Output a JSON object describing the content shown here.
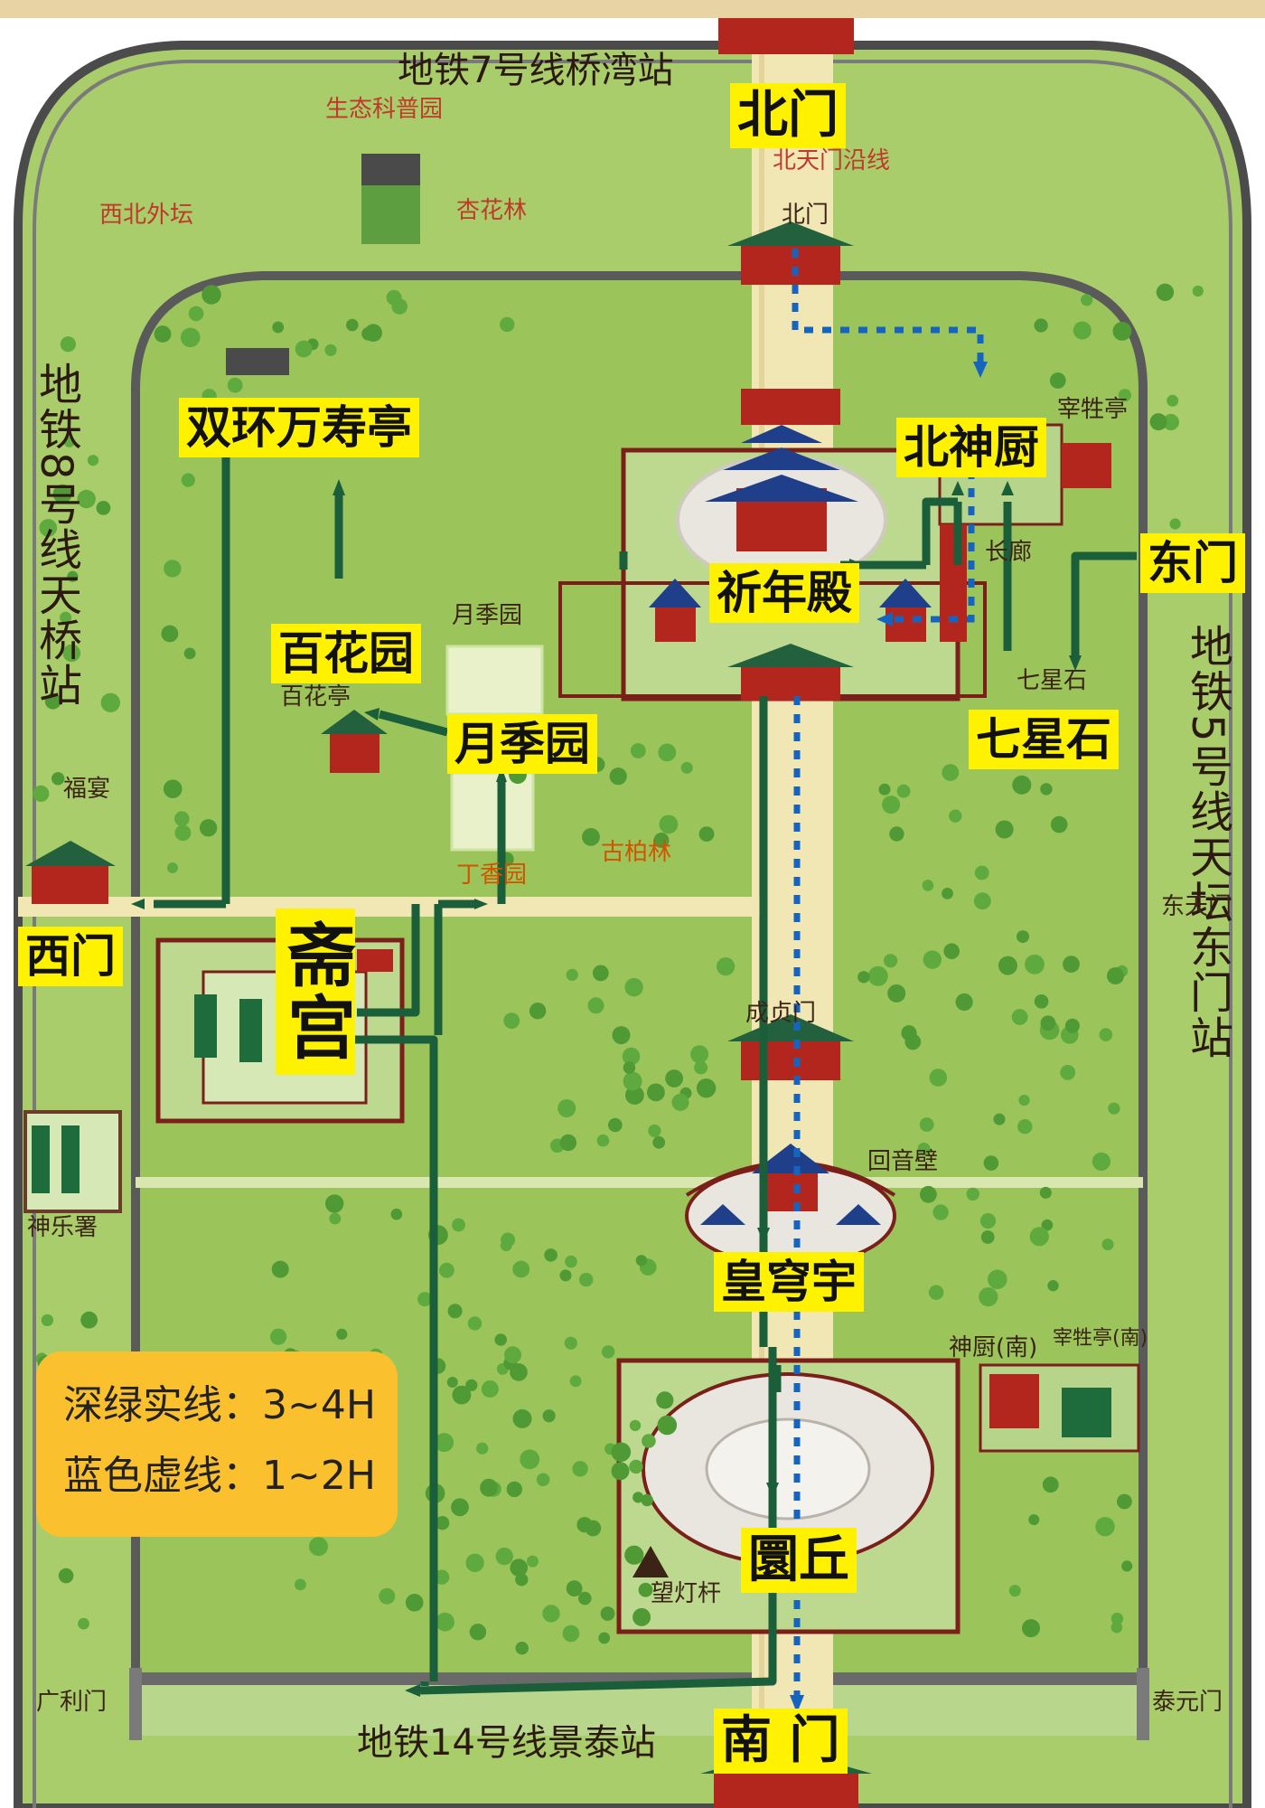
{
  "colors": {
    "grass": "#9bc45a",
    "grass_light": "#a9cd6a",
    "path_beige": "#f1e7b5",
    "wall": "#5a5a5a",
    "tree": "#4f9a35",
    "route_solid": "#1b5e3a",
    "route_dashed": "#1565c0",
    "label_bg": "#fff200",
    "legend_bg": "#fbc02d",
    "roof_blue": "#1f3f8a",
    "hall_red": "#b3261e"
  },
  "attractions": {
    "north_gate": "北门",
    "shuanghuan": "双环万寿亭",
    "baihuayuan": "百花园",
    "yuejiyuan": "月季园",
    "qiniandian": "祈年殿",
    "beishenchu": "北神厨",
    "qixingshi": "七星石",
    "east_gate": "东门",
    "west_gate": "西门",
    "zhaigong": "斋宫",
    "huangqiongyu": "皇穹宇",
    "yuanqiu": "圜丘",
    "south_gate": "南 门"
  },
  "stations": {
    "top": "地铁7号线桥湾站",
    "left": "地铁8号线天桥站",
    "right": "地铁5号线天坛东门站",
    "bottom": "地铁14号线景泰站"
  },
  "small_labels": {
    "eco_park": "生态科普园",
    "northwest_outer": "西北外坛",
    "apricot_grove": "杏花林",
    "north_line": "北天门沿线",
    "north_gate_small": "北门",
    "zaishengting": "宰牲亭",
    "changlang": "长廊",
    "qixingshi_small": "七星石",
    "yuejiyuan_small": "月季园",
    "baihuating": "百花亭",
    "gubailin": "古柏林",
    "dingxiangyuan": "丁香园",
    "fuyan": "福宴",
    "east_tian_gate": "东天门",
    "chengzhenmen": "成贞门",
    "huiyinbi": "回音壁",
    "shenyueshu": "神乐署",
    "shenchu_south": "神厨(南)",
    "zaishengting_south": "宰牲亭(南)",
    "wangdenggan": "望灯杆",
    "guangli_gate": "广利门",
    "taiyuan_gate": "泰元门"
  },
  "legend": {
    "solid": "深绿实线：3~4H",
    "dashed": "蓝色虚线：1~2H"
  }
}
